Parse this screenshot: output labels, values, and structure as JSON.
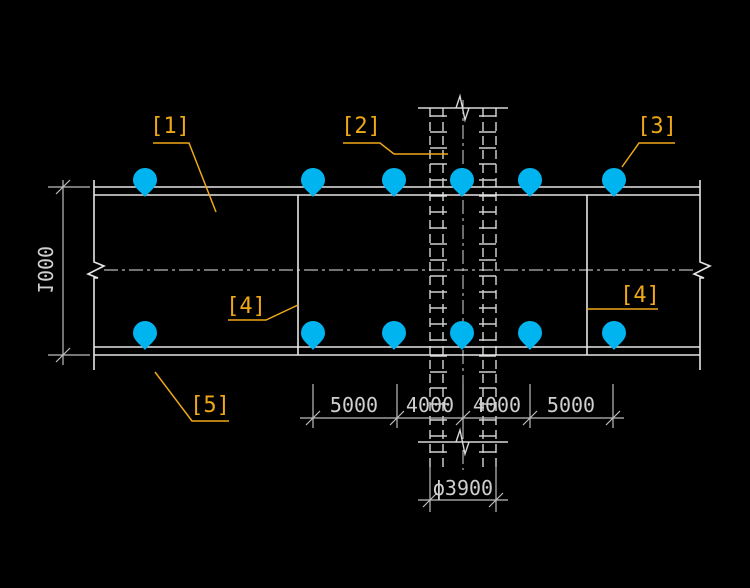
{
  "colors": {
    "background": "#000000",
    "line": "#e6e6e6",
    "dim_line": "#bdbdbd",
    "leader": "#f0a818",
    "label_text": "#f0a818",
    "dim_text": "#cfcfcf",
    "marker": "#00b4f0"
  },
  "labels": {
    "l1": "[1]",
    "l2": "[2]",
    "l3": "[3]",
    "l4a": "[4]",
    "l4b": "[4]",
    "l5": "[5]"
  },
  "dimensions": {
    "width": "1000",
    "span1": "5000",
    "span2": "4000",
    "span3": "4000",
    "span4": "5000",
    "diameter": "ϕ3900"
  },
  "markers": {
    "top_row_count": 6,
    "bottom_row_count": 6,
    "icon": "location-pin-icon"
  }
}
